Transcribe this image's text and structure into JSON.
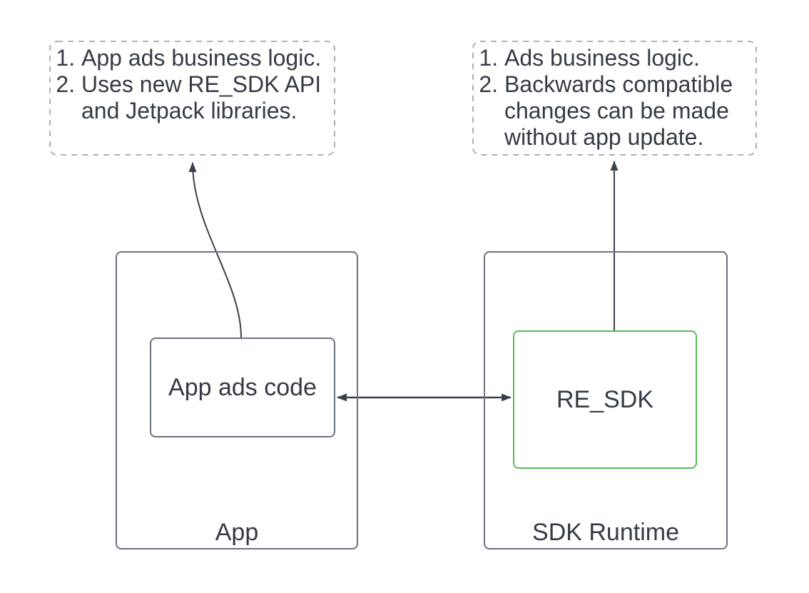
{
  "diagram": {
    "annotations": {
      "left": {
        "items": [
          "App ads business logic.",
          "Uses new RE_SDK API\nand Jetpack libraries."
        ]
      },
      "right": {
        "items": [
          "Ads business logic.",
          "Backwards compatible\nchanges can be made\nwithout app update."
        ]
      }
    },
    "app": {
      "label": "App",
      "inner_label": "App ads code"
    },
    "sdk_runtime": {
      "label": "SDK Runtime",
      "inner_label": "RE_SDK"
    },
    "colors": {
      "box_border": "#6b7380",
      "green_border": "#57bb59",
      "text": "#343b46",
      "arrow": "#3a414b",
      "dashed_border": "#a2a8af",
      "background": "#ffffff"
    }
  }
}
